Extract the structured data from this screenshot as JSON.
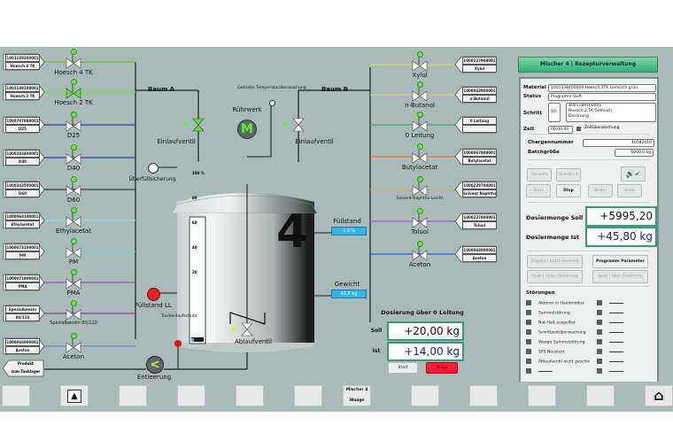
{
  "left_inlets": [
    {
      "code": "1001189200001",
      "name": "Hoesch 4 TK",
      "valve_label": "Hoesch 4 TK",
      "line_color": "#5ec83a",
      "valve_open": false
    },
    {
      "code": "1001189100001",
      "name": "Hoesch 2 TK",
      "valve_label": "Hoesch 2 TK",
      "line_color": "#7ad860",
      "valve_open": true
    },
    {
      "code": "1000707800001",
      "name": "D25",
      "valve_label": "D25",
      "line_color": "#2a3aa8",
      "valve_open": false
    },
    {
      "code": "1000243400001",
      "name": "D40",
      "valve_label": "D40",
      "line_color": "#2a3aa8",
      "valve_open": false
    },
    {
      "code": "1000343500001",
      "name": "D60",
      "valve_label": "D60",
      "line_color": "#333333",
      "valve_open": false
    },
    {
      "code": "1000068100001",
      "name": "Ethylacetat",
      "valve_label": "Ethylacetat",
      "line_color": "#8fd8e8",
      "valve_open": false
    },
    {
      "code": "1000073100001",
      "name": "PM",
      "valve_label": "PM",
      "line_color": "#6fd0e0",
      "valve_open": false
    },
    {
      "code": "1000071900001",
      "name": "PMA",
      "valve_label": "PMA",
      "line_color": "#8a5aa8",
      "valve_open": false
    },
    {
      "code": "Spezialbenzin",
      "name": "80/110",
      "valve_label": "Spezialbenzin 80/110",
      "line_color": "#8a3a8a",
      "valve_open": false
    },
    {
      "code": "1000068000001",
      "name": "Aceton",
      "valve_label": "Aceton",
      "line_color": "#6a8ad8",
      "valve_open": false
    }
  ],
  "right_inlets": [
    {
      "code": "1000227900001",
      "name": "Xylol",
      "valve_label": "Xylol",
      "line_color": "#d8d84a"
    },
    {
      "code": "1000068900001",
      "name": "n-Butanol",
      "valve_label": "n-Butanol",
      "line_color": "#d8c870"
    },
    {
      "code": "0 Leitung",
      "name": "",
      "valve_label": "0 Leitung",
      "line_color": "#3aa878"
    },
    {
      "code": "1000067900001",
      "name": "Butylacetat",
      "valve_label": "Butylacetat",
      "line_color": "#e8783a"
    },
    {
      "code": "1000229700001",
      "name": "Solvent Naphtha Leicht",
      "valve_label": "Solvent Naphtha Leicht",
      "line_color": "#d8a870"
    },
    {
      "code": "1000227800001",
      "name": "Toluol",
      "valve_label": "Toluol",
      "line_color": "#9a5ad8"
    },
    {
      "code": "1000068000001",
      "name": "Aceton",
      "valve_label": "Aceton",
      "line_color": "#3a5ad8"
    }
  ],
  "product_out": {
    "line1": "Produkt",
    "line2": "zum Tanklager"
  },
  "labels": {
    "baum_a": "Baum A",
    "baum_b": "Baum B",
    "temp_monitor": "Getriebe Temperaturüberwachung",
    "ruehrwerk": "Rührwerk",
    "motor_symbol": "M",
    "einlauf_a": "Einlaufventil",
    "einlauf_b": "Einlaufventil",
    "ueberfuell": "Überfüllsicherung",
    "fuellstand": "Füllstand",
    "fuellstand_value": "0,0 %",
    "gewicht": "Gewicht",
    "gewicht_value": "45,8 kg",
    "fuellstand_ll": "Füllstand LL",
    "trockenlauf": "Trockenlaufschutz",
    "ablaufventil": "Ablaufventil",
    "entleerung": "Entleerung",
    "tank_number": "4",
    "scale_ticks": [
      "100 %",
      "80",
      "60",
      "40",
      "20"
    ],
    "level_percent": 0
  },
  "dosing": {
    "title": "Dosierung über 0 Leitung",
    "soll_label": "Soll",
    "soll_value": "+20,00 kg",
    "ist_label": "Ist",
    "ist_value": "+14,00 kg",
    "start_label": "Start",
    "stopp_label": "Stopp"
  },
  "panel": {
    "title": "Mischer 4 | Rezepturverwaltung",
    "material_label": "Material",
    "material_value": "1001338400000 Hoesch 2TK Gemisch grün",
    "status_label": "Status",
    "status_value": "Programm läuft",
    "schritt_label": "Schritt",
    "schritt_no": "10",
    "schritt_text": [
      "1001189100001",
      "Hoesch 2 TK Gemisch",
      "Dosierung"
    ],
    "zeit_label": "Zeit",
    "zeit_value": "00:00:00",
    "zeitueberwachung": "Zeitüberwachung",
    "charge_label": "Chargennummer",
    "charge_value": "10582010",
    "batch_label": "Batchgröße",
    "batch_value": "6000,0 kg",
    "buttons_row1": [
      "Vorwahl",
      "Schritt+1"
    ],
    "buttons_row2": [
      "Start",
      "Stop",
      "Weiter",
      "Ende"
    ],
    "soll_label": "Dosiermenge Soll",
    "soll_value": "+5995,20 kg",
    "ist_label": "Dosiermenge Ist",
    "ist_value": "+45,80 kg",
    "buttons_row3": [
      "Zugabe | Batch beendet",
      "Programm Parameter"
    ],
    "buttons_row4": [
      "Quitt | Unter Dosierung",
      "Quitt | Über Dosierung"
    ],
    "stoerungen_title": "Störungen",
    "stoerungen": [
      "Aktoren in Handmodus",
      "Sammelstörung",
      "Not-Halt ausgelöst",
      "Schrittzeitüberwachung",
      "Waage Sammelstörung",
      "SPS Neustart",
      "Ablaufventil nicht geschlo",
      ""
    ]
  },
  "bottom_bar": {
    "keys": [
      "",
      "warning",
      "",
      "",
      "",
      "",
      "Mischer 4\nWaage",
      "",
      "",
      "",
      "",
      "home"
    ],
    "mischer_label_1": "Mischer 4",
    "mischer_label_2": "Waage"
  },
  "colors": {
    "background": "#a9bbb8",
    "accent_green": "#2fb37a",
    "valve_open": "#5ee03a",
    "indicator_red": "#e82020",
    "value_blue": "#35b4e8"
  }
}
